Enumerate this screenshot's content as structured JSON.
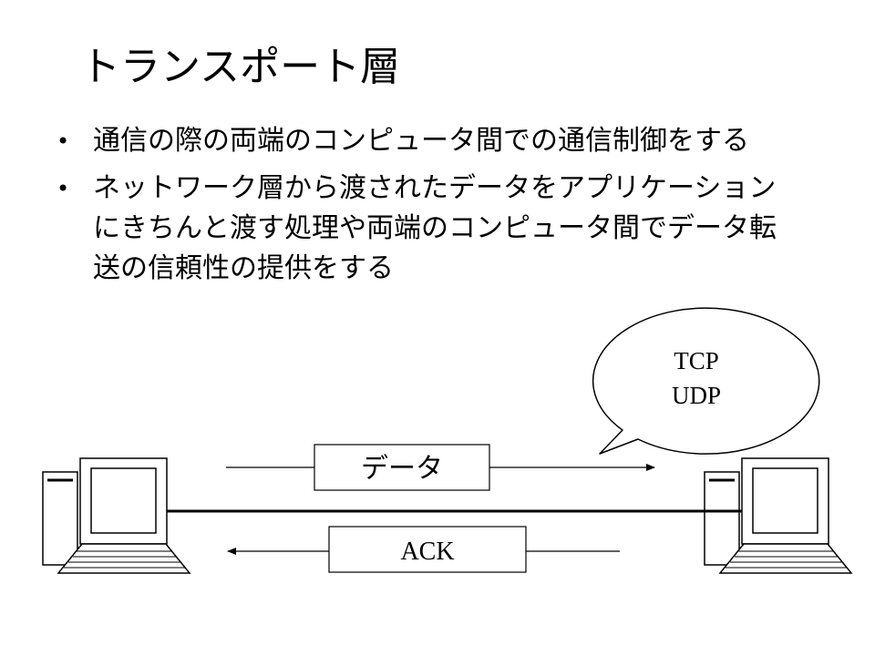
{
  "title": "トランスポート層",
  "bullets": [
    "通信の際の両端のコンピュータ間での通信制御をする",
    "ネットワーク層から渡されたデータをアプリケーションにきちんと渡す処理や両端のコンピュータ間でデータ転送の信頼性の提供をする"
  ],
  "bullet_marker": "•",
  "diagram": {
    "data_box": "データ",
    "ack_box": "ACK",
    "bubble_lines": [
      "TCP",
      "UDP"
    ]
  }
}
